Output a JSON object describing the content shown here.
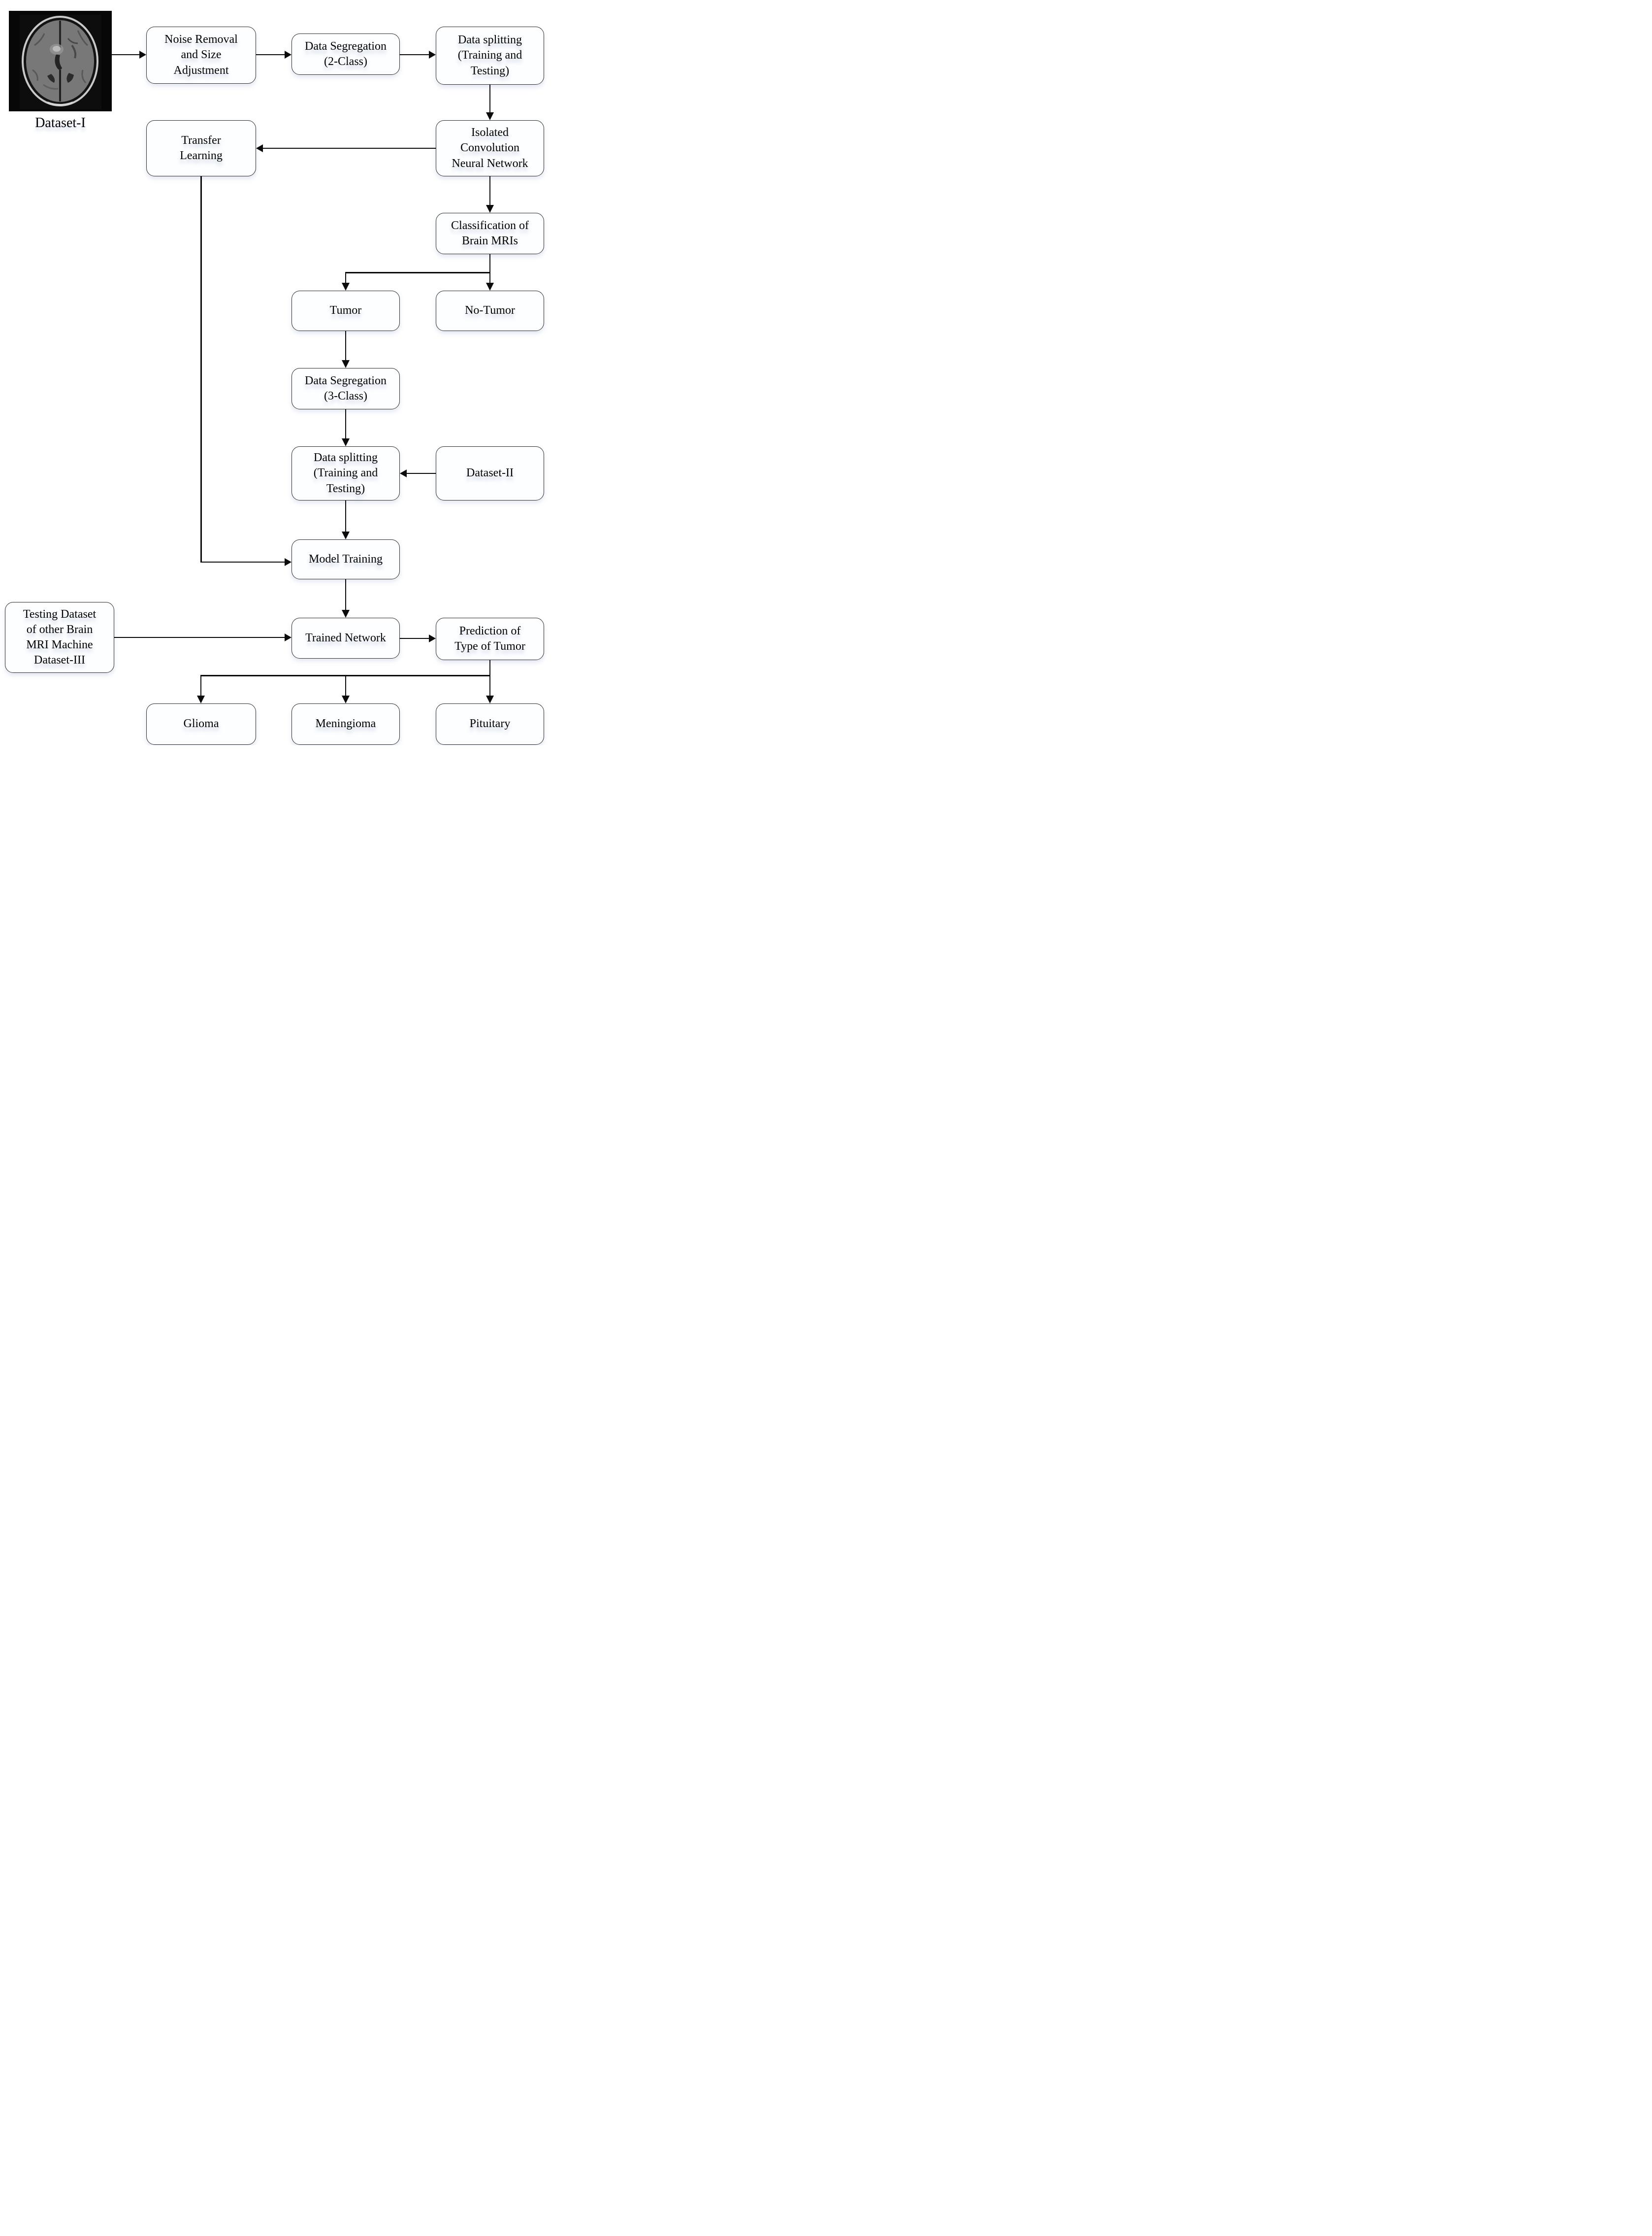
{
  "figure": {
    "type": "flowchart",
    "background": "#ffffff",
    "colors": {
      "line": "#0c0c0c",
      "box_border": "#2f2f2f",
      "box_fill": "#fdfeff",
      "text": "#000000"
    },
    "dataset1": {
      "image": "brain-mri-axial-scan",
      "caption": "Dataset-I"
    },
    "nodes": {
      "noise_removal": {
        "label": "Noise Removal\nand Size\nAdjustment"
      },
      "data_segregation_2class": {
        "label": "Data Segregation\n(2-Class)"
      },
      "data_splitting_1": {
        "label": "Data splitting\n(Training and\nTesting)"
      },
      "transfer_learning": {
        "label": "Transfer\nLearning"
      },
      "isolated_cnn": {
        "label": "Isolated\nConvolution\nNeural Network"
      },
      "classification": {
        "label": "Classification of\nBrain MRIs"
      },
      "tumor": {
        "label": "Tumor"
      },
      "no_tumor": {
        "label": "No-Tumor"
      },
      "data_segregation_3class": {
        "label": "Data Segregation\n(3-Class)"
      },
      "data_splitting_2": {
        "label": "Data splitting\n(Training and\nTesting)"
      },
      "dataset_2": {
        "label": "Dataset-II"
      },
      "model_training": {
        "label": "Model Training"
      },
      "testing_dataset": {
        "label": "Testing Dataset\nof other Brain\nMRI Machine\nDataset-III"
      },
      "trained_network": {
        "label": "Trained Network"
      },
      "prediction": {
        "label": "Prediction of\nType of Tumor"
      },
      "glioma": {
        "label": "Glioma"
      },
      "meningioma": {
        "label": "Meningioma"
      },
      "pituitary": {
        "label": "Pituitary"
      }
    },
    "edges": [
      {
        "from": "dataset1_image",
        "to": "noise_removal"
      },
      {
        "from": "noise_removal",
        "to": "data_segregation_2class"
      },
      {
        "from": "data_segregation_2class",
        "to": "data_splitting_1"
      },
      {
        "from": "data_splitting_1",
        "to": "isolated_cnn"
      },
      {
        "from": "isolated_cnn",
        "to": "transfer_learning"
      },
      {
        "from": "isolated_cnn",
        "to": "classification"
      },
      {
        "from": "classification",
        "to": "tumor"
      },
      {
        "from": "classification",
        "to": "no_tumor"
      },
      {
        "from": "tumor",
        "to": "data_segregation_3class"
      },
      {
        "from": "data_segregation_3class",
        "to": "data_splitting_2"
      },
      {
        "from": "dataset_2",
        "to": "data_splitting_2"
      },
      {
        "from": "data_splitting_2",
        "to": "model_training"
      },
      {
        "from": "transfer_learning",
        "to": "model_training"
      },
      {
        "from": "model_training",
        "to": "trained_network"
      },
      {
        "from": "testing_dataset",
        "to": "trained_network"
      },
      {
        "from": "trained_network",
        "to": "prediction"
      },
      {
        "from": "prediction",
        "to": "glioma"
      },
      {
        "from": "prediction",
        "to": "meningioma"
      },
      {
        "from": "prediction",
        "to": "pituitary"
      }
    ]
  }
}
